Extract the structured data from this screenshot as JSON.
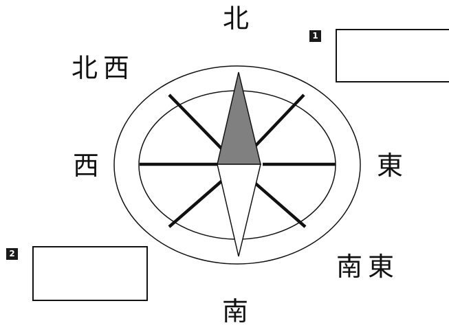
{
  "directions": {
    "north": "北",
    "northwest": "北西",
    "west": "西",
    "east": "東",
    "southeast": "南東",
    "south": "南"
  },
  "boxes": [
    {
      "number": "1",
      "value": ""
    },
    {
      "number": "2",
      "value": ""
    }
  ],
  "colors": {
    "north_needle": "#808080",
    "south_needle": "#ffffff",
    "stroke": "#111111"
  },
  "icons": {
    "compass": "compass-rose-icon"
  }
}
